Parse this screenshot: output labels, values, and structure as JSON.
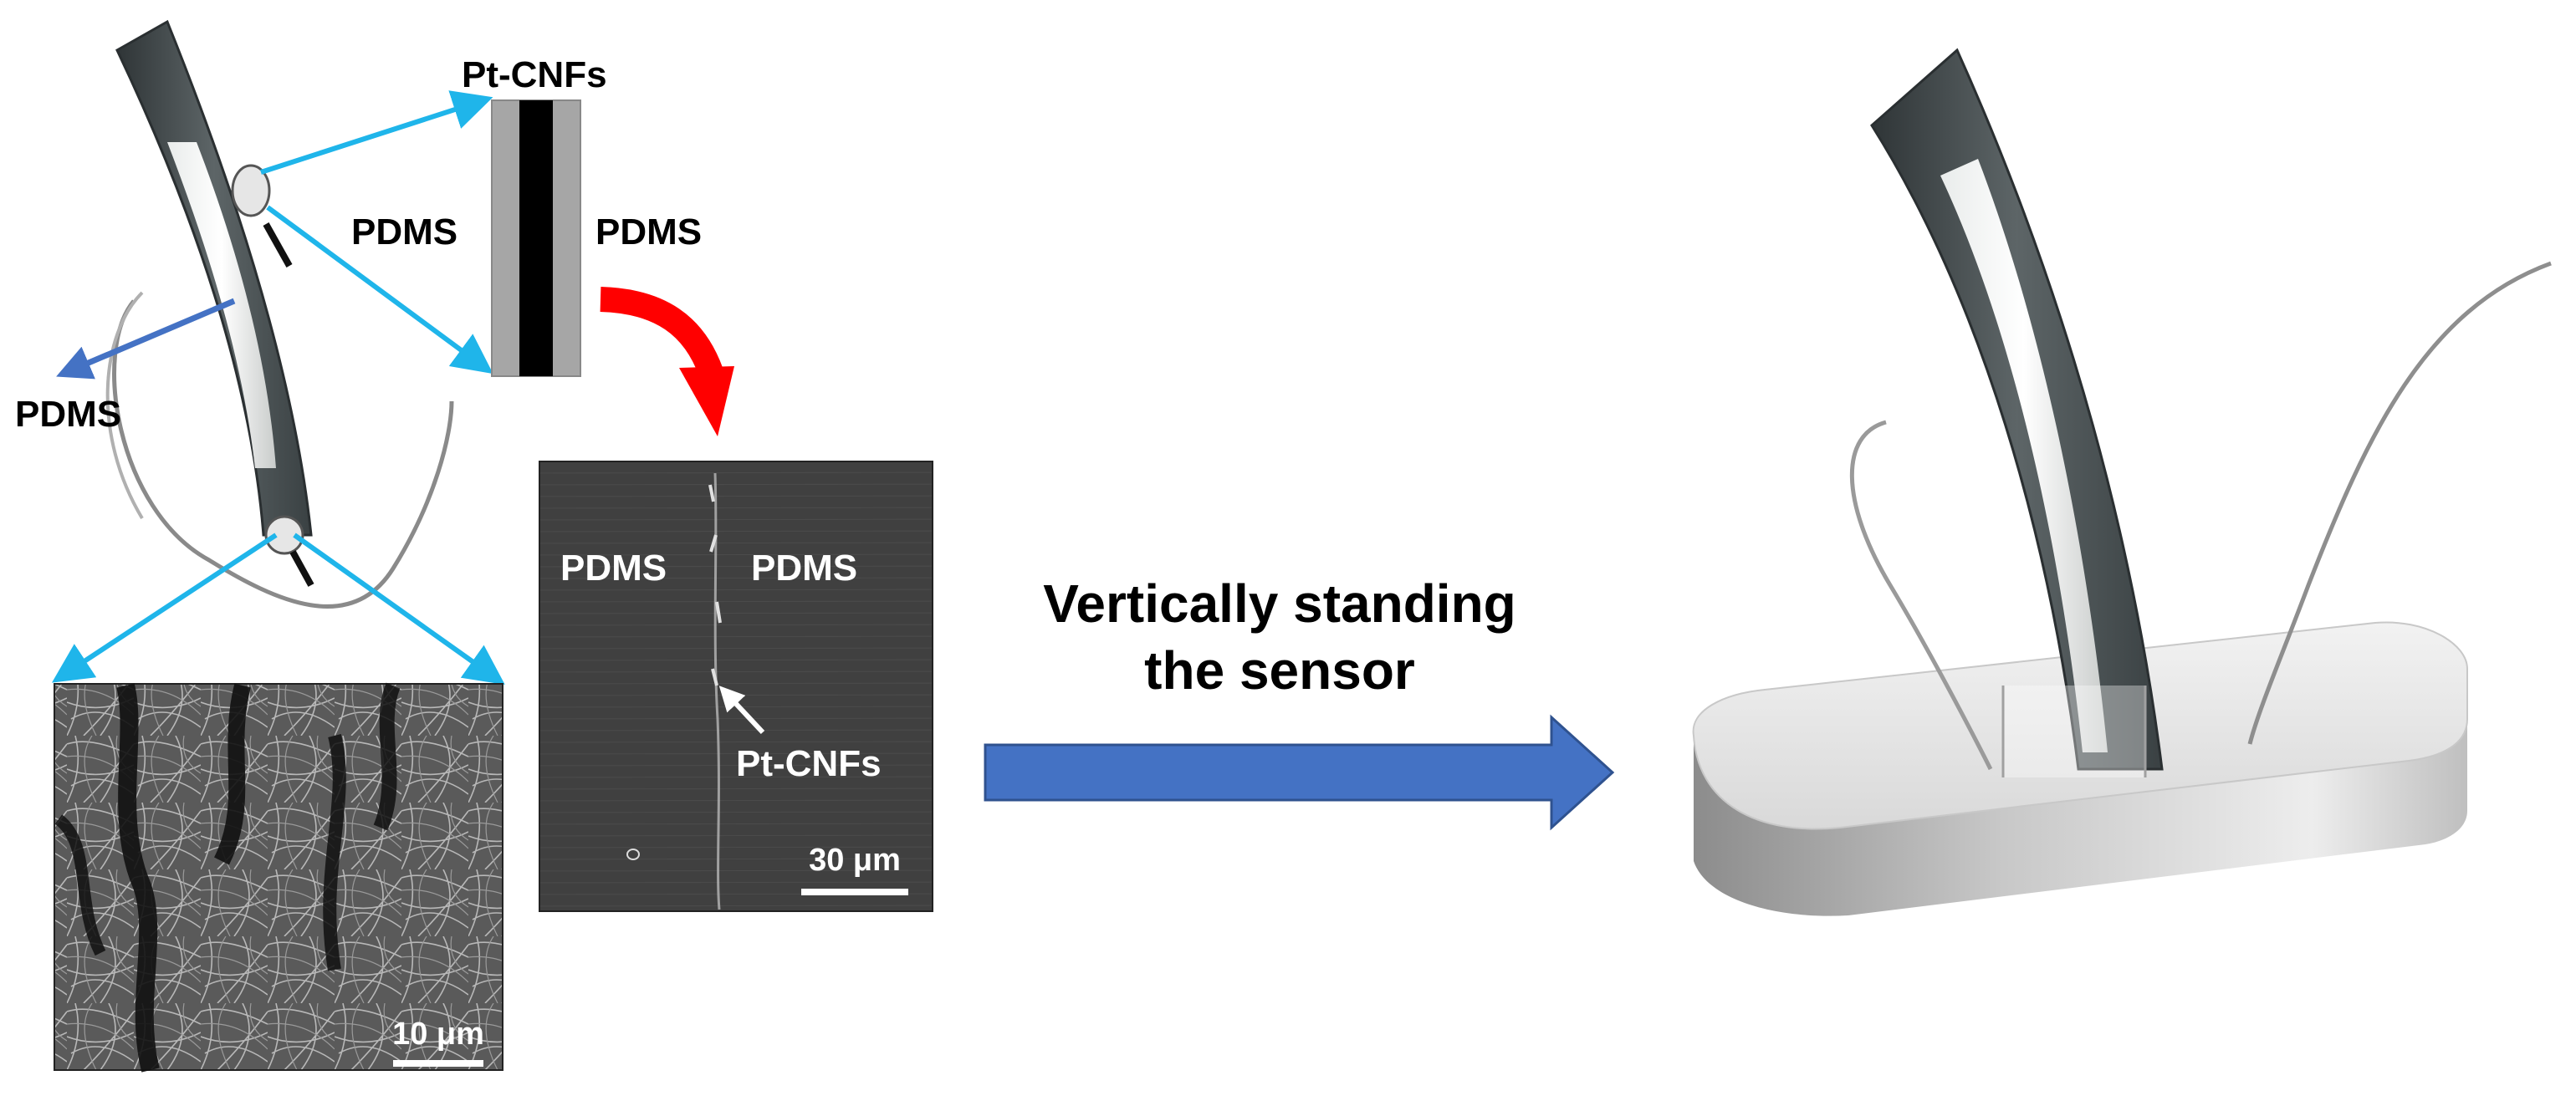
{
  "labels": {
    "pt_cnfs_top": "Pt-CNFs",
    "pdms_cross_left": "PDMS",
    "pdms_cross_right": "PDMS",
    "pdms_side": "PDMS",
    "sem_pdms_left": "PDMS",
    "sem_pdms_right": "PDMS",
    "sem_pt_cnfs": "Pt-CNFs"
  },
  "caption": {
    "line1": "Vertically standing",
    "line2": "the sensor"
  },
  "scale_bars": {
    "sem_cross_section": "30 μm",
    "sem_surface": "10 μm"
  },
  "colors": {
    "callout_lines": "#1fb5ea",
    "pdms_arrow": "#4472c4",
    "red_arrow": "#ff0000",
    "process_arrow": "#4472c4",
    "process_arrow_border": "#2f528f",
    "pdms_layer": "#a6a6a6",
    "pt_cnf_layer": "#000000",
    "sensor_strip": "#4d5456",
    "sem_background": "#3a3a3a"
  }
}
